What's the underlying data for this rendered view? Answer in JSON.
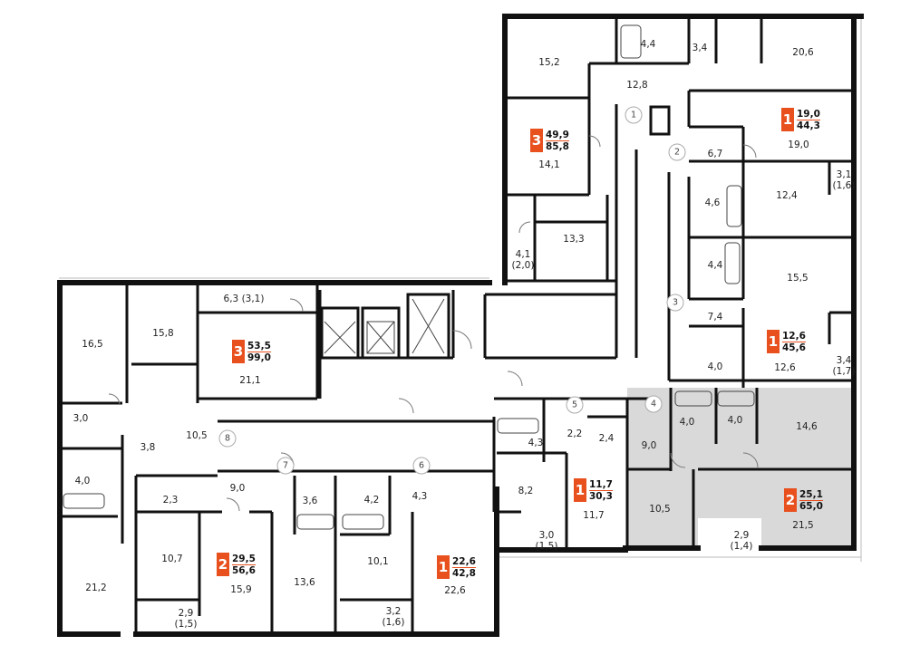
{
  "apartments": [
    {
      "id": "a1",
      "rooms": "3",
      "living": "49,9",
      "total": "85,8"
    },
    {
      "id": "a2",
      "rooms": "1",
      "living": "19,0",
      "total": "44,3"
    },
    {
      "id": "a3",
      "rooms": "3",
      "living": "53,5",
      "total": "99,0"
    },
    {
      "id": "a4",
      "rooms": "1",
      "living": "12,6",
      "total": "45,6"
    },
    {
      "id": "a5",
      "rooms": "1",
      "living": "11,7",
      "total": "30,3"
    },
    {
      "id": "a6",
      "rooms": "2",
      "living": "25,1",
      "total": "65,0"
    },
    {
      "id": "a7",
      "rooms": "2",
      "living": "29,5",
      "total": "56,6"
    },
    {
      "id": "a8",
      "rooms": "1",
      "living": "22,6",
      "total": "42,8"
    }
  ],
  "room_areas": [
    {
      "id": "r1",
      "text": "15,2"
    },
    {
      "id": "r2",
      "text": "4,4"
    },
    {
      "id": "r3",
      "text": "3,4"
    },
    {
      "id": "r4",
      "text": "20,6"
    },
    {
      "id": "r5",
      "text": "12,8"
    },
    {
      "id": "r6",
      "text": "14,1"
    },
    {
      "id": "r7",
      "text": "19,0"
    },
    {
      "id": "r8",
      "text": "6,7"
    },
    {
      "id": "r9",
      "text": "4,6"
    },
    {
      "id": "r10",
      "text": "12,4"
    },
    {
      "id": "r11",
      "text": "3,1\n(1,6)"
    },
    {
      "id": "r12",
      "text": "13,3"
    },
    {
      "id": "r13",
      "text": "4,1\n(2,0)"
    },
    {
      "id": "r14",
      "text": "4,4"
    },
    {
      "id": "r15",
      "text": "15,5"
    },
    {
      "id": "r16",
      "text": "6,3 (3,1)"
    },
    {
      "id": "r17",
      "text": "7,4"
    },
    {
      "id": "r18",
      "text": "4,0"
    },
    {
      "id": "r19",
      "text": "12,6"
    },
    {
      "id": "r20",
      "text": "3,4\n(1,7)"
    },
    {
      "id": "r21",
      "text": "16,5"
    },
    {
      "id": "r22",
      "text": "15,8"
    },
    {
      "id": "r23",
      "text": "21,1"
    },
    {
      "id": "r24",
      "text": "3,0"
    },
    {
      "id": "r25",
      "text": "10,5"
    },
    {
      "id": "r26",
      "text": "3,8"
    },
    {
      "id": "r27",
      "text": "4,0"
    },
    {
      "id": "r28",
      "text": "4,0"
    },
    {
      "id": "r29",
      "text": "4,0"
    },
    {
      "id": "r30",
      "text": "14,6"
    },
    {
      "id": "r31",
      "text": "4,3"
    },
    {
      "id": "r32",
      "text": "2,2"
    },
    {
      "id": "r33",
      "text": "2,4"
    },
    {
      "id": "r34",
      "text": "9,0"
    },
    {
      "id": "r35",
      "text": "9,0"
    },
    {
      "id": "r36",
      "text": "2,3"
    },
    {
      "id": "r37",
      "text": "3,6"
    },
    {
      "id": "r38",
      "text": "4,2"
    },
    {
      "id": "r39",
      "text": "4,3"
    },
    {
      "id": "r40",
      "text": "8,2"
    },
    {
      "id": "r41",
      "text": "10,5"
    },
    {
      "id": "r42",
      "text": "21,5"
    },
    {
      "id": "r43",
      "text": "11,7"
    },
    {
      "id": "r44",
      "text": "3,0\n(1,5)"
    },
    {
      "id": "r45",
      "text": "2,9\n(1,4)"
    },
    {
      "id": "r46",
      "text": "10,7"
    },
    {
      "id": "r47",
      "text": "10,1"
    },
    {
      "id": "r48",
      "text": "15,9"
    },
    {
      "id": "r49",
      "text": "13,6"
    },
    {
      "id": "r50",
      "text": "22,6"
    },
    {
      "id": "r51",
      "text": "21,2"
    },
    {
      "id": "r52",
      "text": "2,9\n(1,5)"
    },
    {
      "id": "r53",
      "text": "3,2\n(1,6)"
    }
  ],
  "markers": [
    "1",
    "2",
    "3",
    "4",
    "5",
    "6",
    "7",
    "8"
  ],
  "colors": {
    "accent": "#e8501e",
    "wall": "#111111",
    "highlight": "#d8d8d8"
  }
}
